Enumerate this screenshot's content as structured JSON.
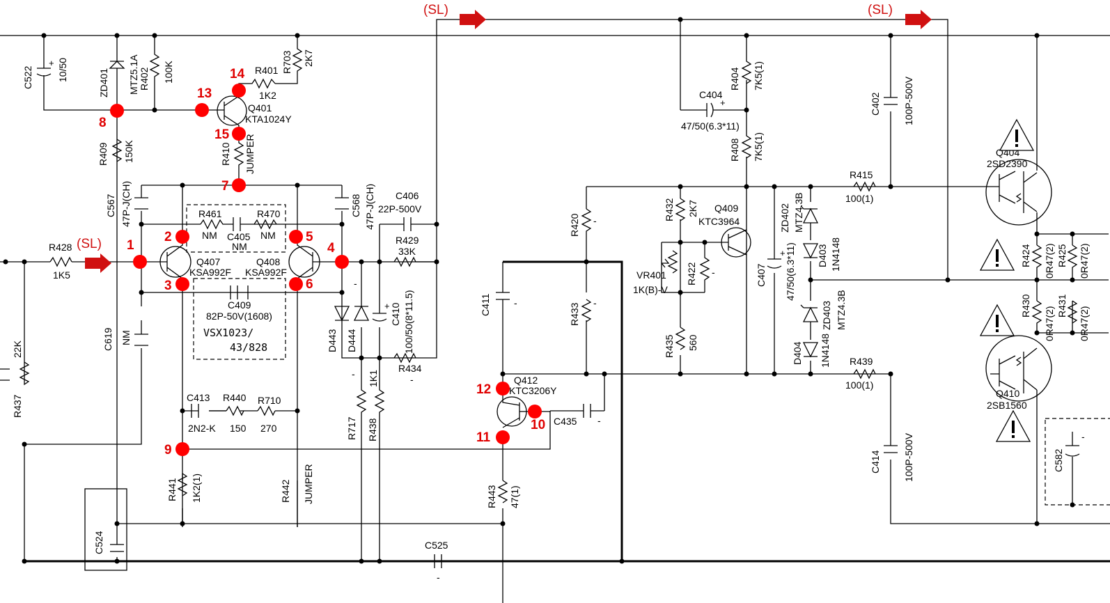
{
  "signal": {
    "sl": "(SL)"
  },
  "test_points": [
    {
      "id": "tp1",
      "label": "1"
    },
    {
      "id": "tp2",
      "label": "2"
    },
    {
      "id": "tp3",
      "label": "3"
    },
    {
      "id": "tp4",
      "label": "4"
    },
    {
      "id": "tp5",
      "label": "5"
    },
    {
      "id": "tp6",
      "label": "6"
    },
    {
      "id": "tp7",
      "label": "7"
    },
    {
      "id": "tp8",
      "label": "8"
    },
    {
      "id": "tp9",
      "label": "9"
    },
    {
      "id": "tp10",
      "label": "10"
    },
    {
      "id": "tp11",
      "label": "11"
    },
    {
      "id": "tp12",
      "label": "12"
    },
    {
      "id": "tp13",
      "label": "13"
    },
    {
      "id": "tp14",
      "label": "14"
    },
    {
      "id": "tp15",
      "label": "15"
    }
  ],
  "components": {
    "c522": {
      "ref": "C522",
      "value": "10/50"
    },
    "zd401": {
      "ref": "ZD401",
      "value": "MTZ5.1A"
    },
    "r402": {
      "ref": "R402",
      "value": "100K"
    },
    "r703": {
      "ref": "R703",
      "value": "2K7"
    },
    "r401": {
      "ref": "R401",
      "value": "1K2"
    },
    "q401": {
      "ref": "Q401",
      "value": "KTA1024Y"
    },
    "r409": {
      "ref": "R409",
      "value": "150K"
    },
    "r410": {
      "ref": "R410",
      "value": "JUMPER"
    },
    "c567": {
      "ref": "C567",
      "value": "47P-J(CH)"
    },
    "c568": {
      "ref": "C568",
      "value": "47P-J(CH)"
    },
    "r461": {
      "ref": "R461",
      "value": "NM"
    },
    "r470": {
      "ref": "R470",
      "value": "NM"
    },
    "c405": {
      "ref": "C405",
      "value": "NM"
    },
    "r428": {
      "ref": "R428",
      "value": "1K5"
    },
    "q407": {
      "ref": "Q407",
      "value": "KSA992F"
    },
    "q408": {
      "ref": "Q408",
      "value": "KSA992F"
    },
    "c409": {
      "ref": "C409",
      "value": "82P-50V(1608)"
    },
    "variant": {
      "line1": "VSX1023/",
      "line2": "43/828"
    },
    "c406": {
      "ref": "C406",
      "value": "22P-500V"
    },
    "r429": {
      "ref": "R429",
      "value": "33K"
    },
    "c410": {
      "ref": "C410",
      "value": "100/50(8*11.5)"
    },
    "r434": {
      "ref": "R434",
      "value": "-"
    },
    "d443": {
      "ref": "D443",
      "value": "-"
    },
    "d444": {
      "ref": "D444",
      "value": "-"
    },
    "c619": {
      "ref": "C619",
      "value": "NM"
    },
    "r437": {
      "ref": "R437",
      "value": "22K"
    },
    "c413": {
      "ref": "C413",
      "value": "2N2-K"
    },
    "r440": {
      "ref": "R440",
      "value": "150"
    },
    "r710": {
      "ref": "R710",
      "value": "270"
    },
    "r441": {
      "ref": "R441",
      "value": "1K2(1)"
    },
    "r442": {
      "ref": "R442",
      "value": "JUMPER"
    },
    "r717": {
      "ref": "R717",
      "value": "-"
    },
    "r438": {
      "ref": "R438",
      "value": "1K1"
    },
    "c524": {
      "ref": "C524",
      "value": ""
    },
    "c525": {
      "ref": "C525",
      "value": "-"
    },
    "c411": {
      "ref": "C411",
      "value": "-"
    },
    "q412": {
      "ref": "Q412",
      "value": "KTC3206Y"
    },
    "c435": {
      "ref": "C435",
      "value": "-"
    },
    "r443": {
      "ref": "R443",
      "value": "47(1)"
    },
    "r420": {
      "ref": "R420",
      "value": "-"
    },
    "r433": {
      "ref": "R433",
      "value": "-"
    },
    "c404": {
      "ref": "C404",
      "value": "47/50(6.3*11)"
    },
    "r404": {
      "ref": "R404",
      "value": "7K5(1)"
    },
    "r408": {
      "ref": "R408",
      "value": "7K5(1)"
    },
    "r432": {
      "ref": "R432",
      "value": "2K7"
    },
    "q409": {
      "ref": "Q409",
      "value": "KTC3964"
    },
    "vr401": {
      "ref": "VR401",
      "value": "1K(B)-V"
    },
    "r422": {
      "ref": "R422",
      "value": "-"
    },
    "r435": {
      "ref": "R435",
      "value": "560"
    },
    "c407": {
      "ref": "C407",
      "value": "47/50(6.3*11)"
    },
    "zd402": {
      "ref": "ZD402",
      "value": "MTZ4.3B"
    },
    "d403": {
      "ref": "D403",
      "value": "1N4148"
    },
    "zd403": {
      "ref": "ZD403",
      "value": "MTZ4.3B"
    },
    "d404": {
      "ref": "D404",
      "value": "1N4148"
    },
    "c402": {
      "ref": "C402",
      "value": "100P-500V"
    },
    "r415": {
      "ref": "R415",
      "value": "100(1)"
    },
    "q404": {
      "ref": "Q404",
      "value": "2SD2390"
    },
    "r424": {
      "ref": "R424",
      "value": "0R47(2)"
    },
    "r425": {
      "ref": "R425",
      "value": "0R47(2)"
    },
    "r430": {
      "ref": "R430",
      "value": "0R47(2)"
    },
    "r431": {
      "ref": "R431",
      "value": "0R47(2)"
    },
    "r439": {
      "ref": "R439",
      "value": "100(1)"
    },
    "q410": {
      "ref": "Q410",
      "value": "2SB1560"
    },
    "c414": {
      "ref": "C414",
      "value": "100P-500V"
    },
    "c582": {
      "ref": "C582",
      "value": "-"
    }
  },
  "colors": {
    "wire": "#000000",
    "test_point": "#ff0000",
    "signal_arrow": "#d01010"
  },
  "icons": {
    "warning": "warning-triangle-icon",
    "arrow": "signal-arrow-icon"
  }
}
